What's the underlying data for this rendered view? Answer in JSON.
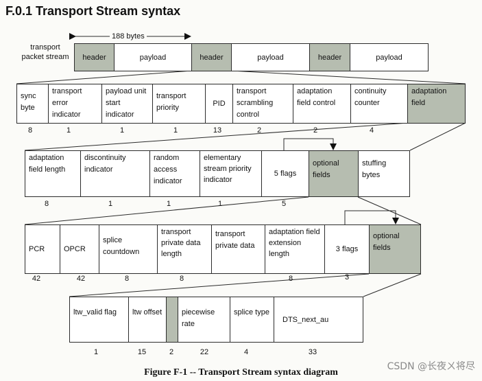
{
  "title": "F.0.1  Transport Stream syntax",
  "caption": "Figure F-1 -- Transport Stream syntax diagram",
  "watermark": "CSDN @长夜ㄨ将尽",
  "packet_row": {
    "label": "transport packet stream",
    "bytes_label": "188 bytes",
    "cells": [
      "header",
      "payload",
      "header",
      "payload",
      "header",
      "payload"
    ]
  },
  "header_row": {
    "fields": [
      "sync byte",
      "transport error indicator",
      "payload unit start indicator",
      "transport priority",
      "PID",
      "transport scrambling control",
      "adaptation field control",
      "continuity counter",
      "adaptation field"
    ],
    "bits": [
      "8",
      "1",
      "1",
      "1",
      "13",
      "2",
      "2",
      "4",
      ""
    ]
  },
  "adaptation_row": {
    "fields": [
      "adaptation field length",
      "discontinuity indicator",
      "random access indicator",
      "elementary stream priority indicator",
      "5 flags",
      "optional fields",
      "stuffing bytes"
    ],
    "bits": [
      "8",
      "1",
      "1",
      "1",
      "5",
      "",
      ""
    ]
  },
  "optional_row": {
    "fields": [
      "PCR",
      "OPCR",
      "splice countdown",
      "transport private data length",
      "transport private data",
      "adaptation field extension length",
      "3 flags",
      "optional fields"
    ],
    "bits": [
      "42",
      "42",
      "8",
      "8",
      "",
      "8",
      "3",
      ""
    ]
  },
  "extension_row": {
    "fields": [
      "ltw_valid flag",
      "ltw offset",
      "",
      "piecewise rate",
      "splice type",
      "DTS_next_au"
    ],
    "bits": [
      "1",
      "15",
      "2",
      "22",
      "4",
      "33"
    ]
  },
  "colors": {
    "shaded": "#b6bdb0",
    "line": "#2b2b2b"
  }
}
